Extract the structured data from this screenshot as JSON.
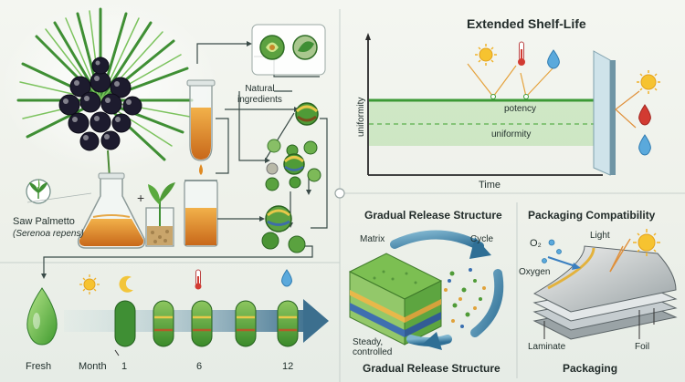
{
  "extraction": {
    "plant_name": "Saw Palmetto",
    "plant_latin": "(Serenoa repens)",
    "natural_ingredients": "Natural\ningredients"
  },
  "shelf_life": {
    "title": "Extended Shelf-Life",
    "ylabel": "uniformity",
    "xlabel": "Time",
    "line_labels": [
      "potency",
      "uniformity"
    ]
  },
  "release": {
    "title": "Gradual Release Structure",
    "title_bottom": "Gradual Release Structure",
    "matrix_label": "Matrix",
    "cycle_label": "Cycle",
    "steady_label": "Steady,\ncontrolled"
  },
  "packaging": {
    "title": "Packaging Compatibility",
    "title_bottom": "Packaging",
    "o2_label": "O₂",
    "light_label": "Light",
    "oxygen_label": "Oxygen",
    "laminate_label": "Laminate",
    "foil_label": "Foil"
  },
  "timeline": {
    "fresh_label": "Fresh",
    "month_label": "Month",
    "ticks": [
      "1",
      "6",
      "12"
    ]
  },
  "colors": {
    "accent_green": "#2f8a2c",
    "light_green": "#8fcf6e",
    "amber": "#e08a22",
    "steel": "#3a6d8f"
  },
  "icons": [
    "sun-icon",
    "moon-icon",
    "thermometer-icon",
    "water-drop-icon"
  ]
}
